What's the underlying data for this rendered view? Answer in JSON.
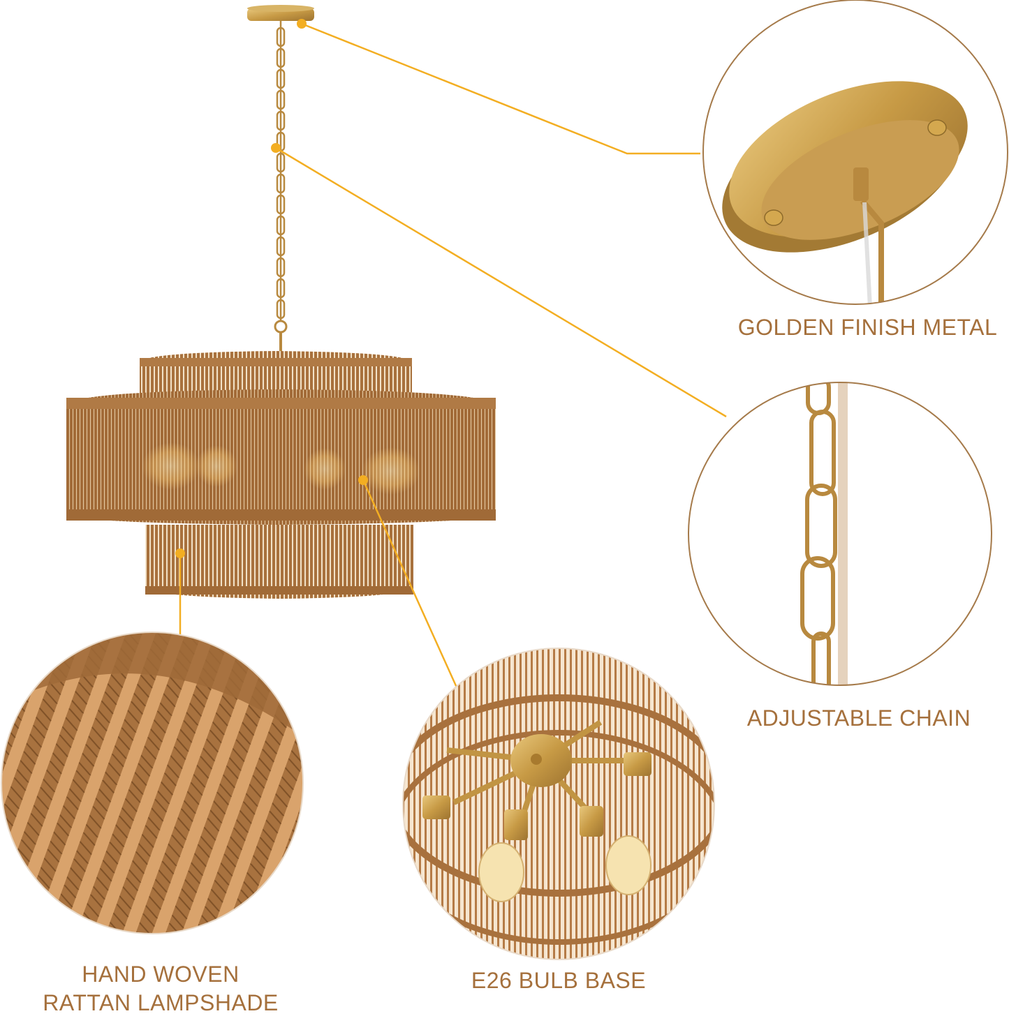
{
  "product": {
    "type": "woven rattan chandelier",
    "tiers": 3,
    "bulbs": 6
  },
  "colors": {
    "label_text": "#a5703c",
    "leader_line": "#f3ae22",
    "circle_border": "#a57a4a",
    "gold_metal": "#c9a04e",
    "rattan": "#b07a45",
    "rattan_dark": "#8c5a2c",
    "bulb_glow": "#ffd98a"
  },
  "callouts": [
    {
      "id": "canopy",
      "label": "GOLDEN FINISH METAL"
    },
    {
      "id": "chain",
      "label": "ADJUSTABLE CHAIN"
    },
    {
      "id": "shade",
      "label": "HAND WOVEN\nRATTAN LAMPSHADE",
      "label_line1": "HAND WOVEN",
      "label_line2": "RATTAN LAMPSHADE"
    },
    {
      "id": "bulb",
      "label": "E26 BULB BASE"
    }
  ]
}
